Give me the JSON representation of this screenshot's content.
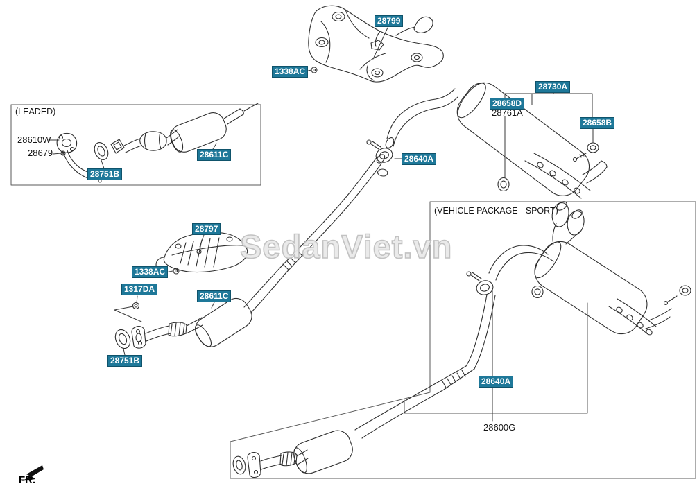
{
  "watermark": "SedanViet.vn",
  "colors": {
    "tag_background": "#1e7899",
    "tag_border": "#0f536b",
    "tag_text": "#ffffff",
    "line_art": "#2e2e2e",
    "watermark_gray": "#bfbfbf"
  },
  "top_section": {
    "shield_label": "28799",
    "bolt_label": "1338AC"
  },
  "leaded_section": {
    "title": "(LEADED)",
    "inlet_flange": "28610W",
    "flange_bolt": "28679",
    "gasket": "28751B",
    "center_muffler": "28611C"
  },
  "center_section": {
    "heat_protector": "28797",
    "protector_bolt": "1338AC",
    "flange_nut": "1317DA",
    "center_muffler": "28611C",
    "gasket": "28751B"
  },
  "rear_section": {
    "hanger_clamp": "28640A",
    "muffler_assembly": "28730A",
    "hanger_ring_d": "28658D",
    "hanger_bracket": "28761A",
    "hanger_ring_b": "28658B"
  },
  "sport_section": {
    "title": "(VEHICLE PACKAGE - SPORT)",
    "hanger_clamp": "28640A",
    "exhaust_assembly": "28600G"
  },
  "footer": {
    "front_label": "FR."
  }
}
